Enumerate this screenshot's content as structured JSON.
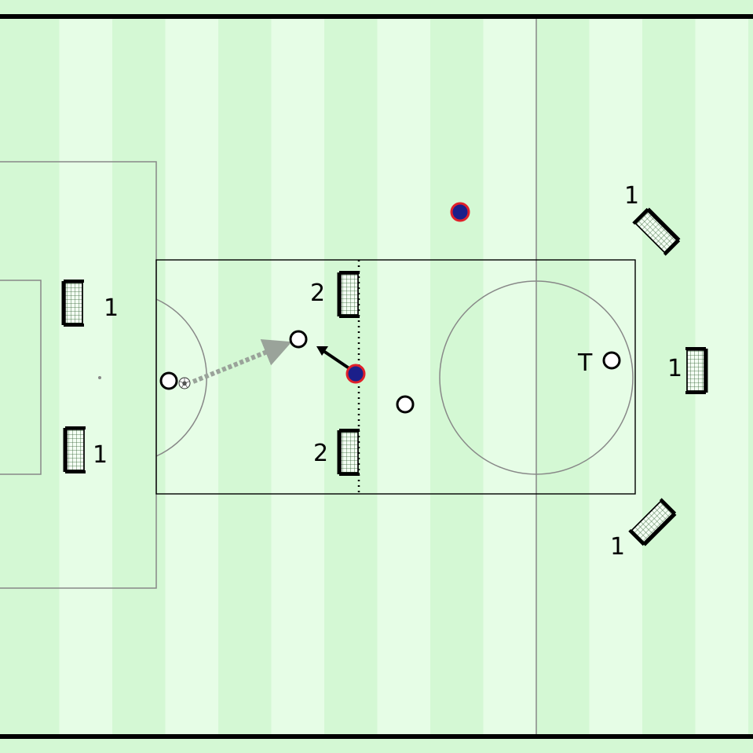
{
  "colors": {
    "stripe_light": "#e6fde6",
    "stripe_dark": "#d4f8d4",
    "line": "#888888",
    "border": "#000000",
    "opponent_fill": "#1b1f8a",
    "opponent_ring": "#e0202a",
    "player_fill": "#ffffff",
    "pass_arrow": "#9aa39a"
  },
  "labels": {
    "goal_left_upper": "1",
    "goal_left_lower": "1",
    "goal_mid_upper": "2",
    "goal_mid_lower": "2",
    "goal_right_top": "1",
    "goal_right_middle": "1",
    "goal_right_bottom": "1",
    "coach": "T"
  },
  "icons": {
    "ball": "soccer-ball-icon",
    "goal": "mini-goal-icon"
  }
}
